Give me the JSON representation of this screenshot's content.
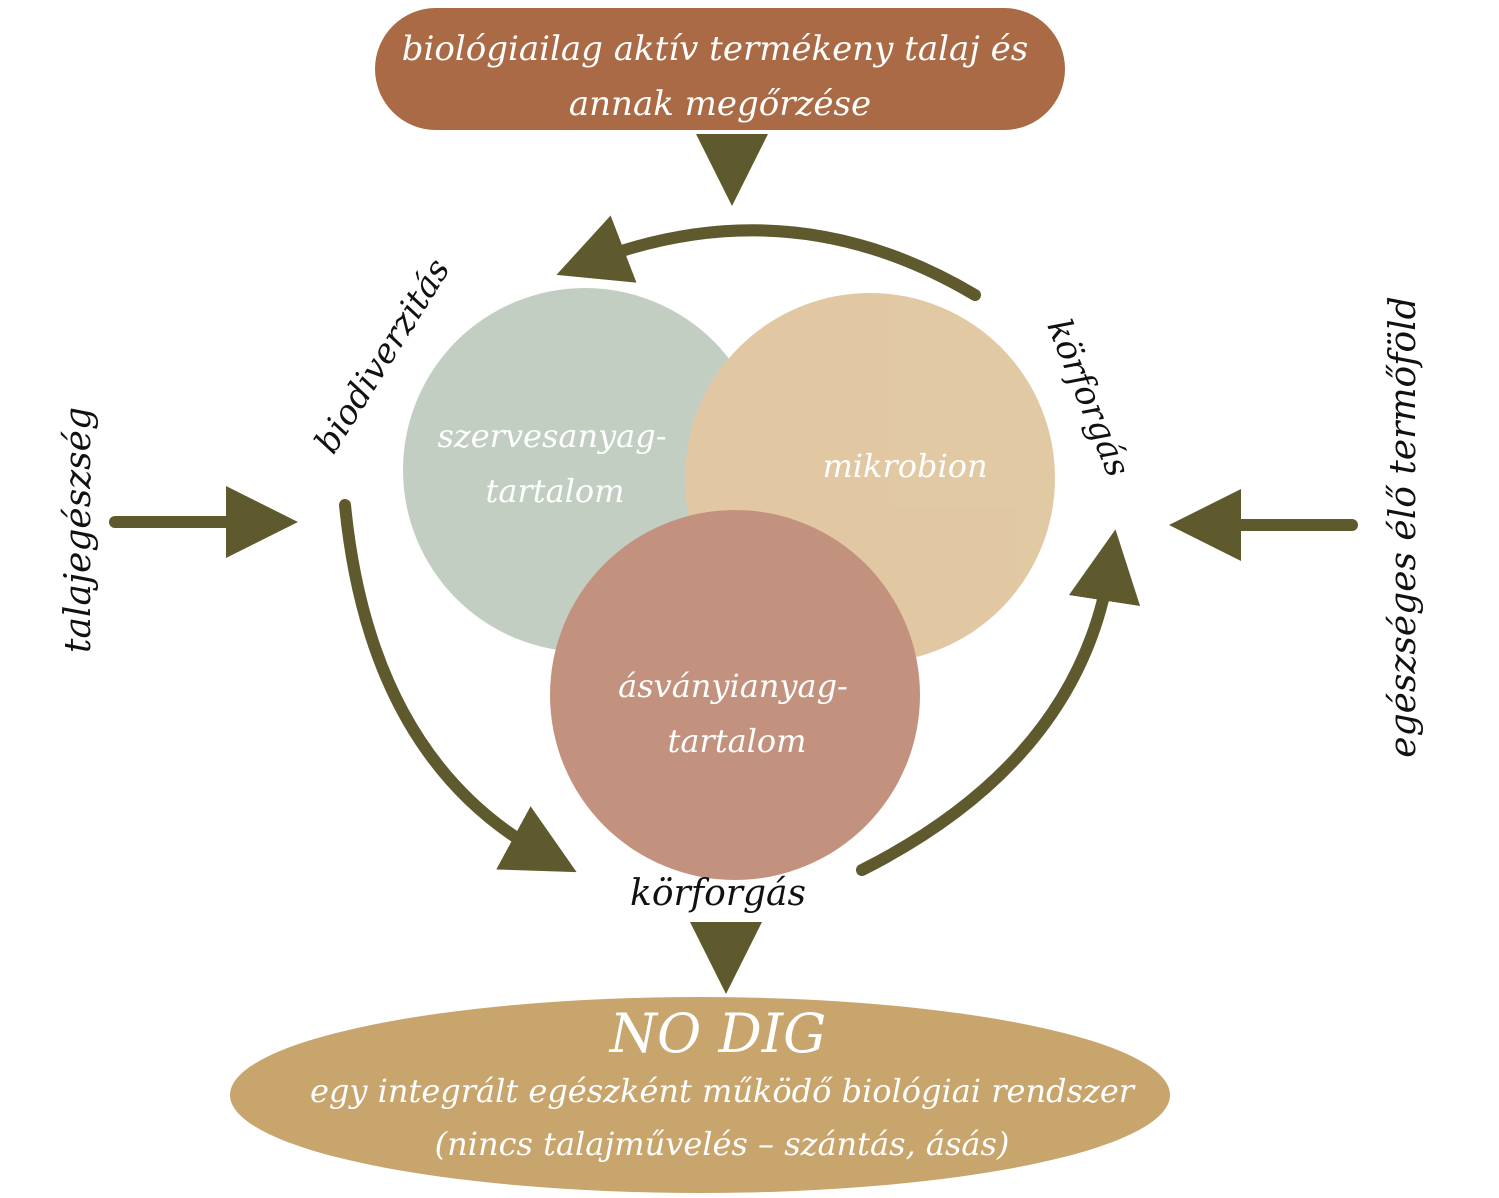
{
  "top_box": {
    "line1": "biológiailag aktív termékeny talaj és",
    "line2": "annak megőrzése"
  },
  "circles": {
    "organic": {
      "line1": "szervesanyag-",
      "line2": "tartalom"
    },
    "microbiome": {
      "label": "mikrobion"
    },
    "mineral": {
      "line1": "ásványianyag-",
      "line2": "tartalom"
    }
  },
  "labels": {
    "biodiversity": "biodiverzitás",
    "cycle_right": "körforgás",
    "cycle_bottom": "körforgás",
    "soil_health": "talajegészség",
    "healthy_soil": "egészséges élő termőföld"
  },
  "bottom_box": {
    "title": "NO DIG",
    "line1": "egy integrált egészként működő biológiai rendszer",
    "line2": "(nincs talajművelés – szántás, ásás)"
  },
  "colors": {
    "top_box": "#a96a45",
    "bottom_box": "#c9a56e",
    "organic": "#b9c6b8",
    "microbiome": "#dcbf94",
    "mineral": "#b97f68",
    "arrow": "#5f5a2e"
  }
}
